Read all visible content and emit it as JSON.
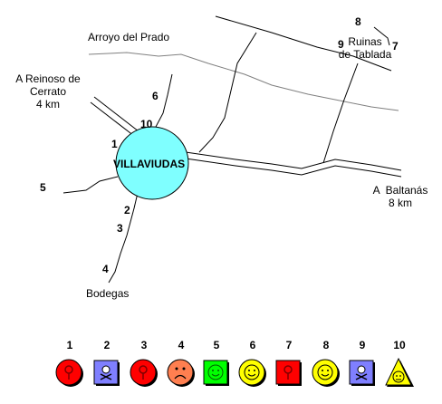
{
  "map": {
    "stream_label": "Arroyo del Prado",
    "town_label": "VILLAVIUDAS",
    "reinoso_label": "A Reinoso de\nCerrato\n4 km",
    "ruins_label": "Ruinas\nde Tablada",
    "baltanas_label": "A  Baltanás\n8 km",
    "bodegas_label": "Bodegas",
    "colors": {
      "town_fill": "#7fffff",
      "stream": "#808080",
      "road": "#000000"
    },
    "markers": [
      {
        "id": "1",
        "label": "1"
      },
      {
        "id": "2",
        "label": "2"
      },
      {
        "id": "3",
        "label": "3"
      },
      {
        "id": "4",
        "label": "4"
      },
      {
        "id": "5",
        "label": "5"
      },
      {
        "id": "6",
        "label": "6"
      },
      {
        "id": "7",
        "label": "7"
      },
      {
        "id": "8",
        "label": "8"
      },
      {
        "id": "9",
        "label": "9"
      },
      {
        "id": "10",
        "label": "10"
      }
    ]
  },
  "legend": [
    {
      "number": "1",
      "icon": "red-circle-tree-icon",
      "color": "#ff0000"
    },
    {
      "number": "2",
      "icon": "blue-square-skull-icon",
      "color": "#7f7fff"
    },
    {
      "number": "3",
      "icon": "red-circle-tree-icon",
      "color": "#ff0000"
    },
    {
      "number": "4",
      "icon": "orange-circle-sad-face-icon",
      "color": "#ff7f50"
    },
    {
      "number": "5",
      "icon": "green-square-smiley-icon",
      "color": "#00ff00"
    },
    {
      "number": "6",
      "icon": "yellow-circle-smiley-icon",
      "color": "#ffff00"
    },
    {
      "number": "7",
      "icon": "red-square-tree-icon",
      "color": "#ff0000"
    },
    {
      "number": "8",
      "icon": "yellow-circle-smiley-icon",
      "color": "#ffff00"
    },
    {
      "number": "9",
      "icon": "blue-square-skull-icon",
      "color": "#7f7fff"
    },
    {
      "number": "10",
      "icon": "yellow-triangle-neutral-face-icon",
      "color": "#ffff00"
    }
  ]
}
